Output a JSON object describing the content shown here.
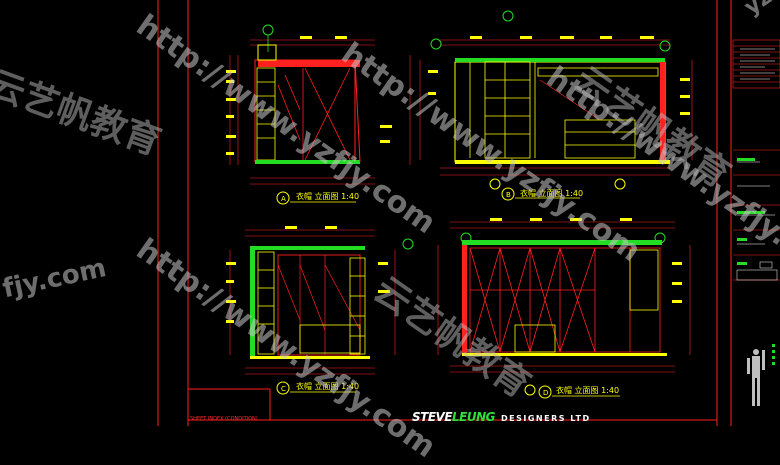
{
  "drawing": {
    "views": [
      {
        "caption": "衣帽 立面图 1:40",
        "marker": "A"
      },
      {
        "caption": "衣帽 立面图 1:40",
        "marker": "B"
      },
      {
        "caption": "衣帽 立面图 1:40",
        "marker": "C"
      },
      {
        "caption": "衣帽 立面图 1:40",
        "marker": "D"
      }
    ],
    "corner_note": "SHEET  INDEX  (CONDITION)"
  },
  "brand": {
    "part1": "STEVE",
    "part2": "LEUNG",
    "part3": "DESIGNERS LTD"
  },
  "watermark": {
    "url": "http://www.yzfjy.com",
    "url_short": "fjy.com",
    "url_corner": "yzfjy",
    "cn": "云艺帆教育"
  },
  "colors": {
    "background": "#000000",
    "red": "#ff2020",
    "yellow": "#ffff00",
    "green": "#22dd22",
    "white": "#ffffff",
    "cyan": "#00ffff"
  }
}
